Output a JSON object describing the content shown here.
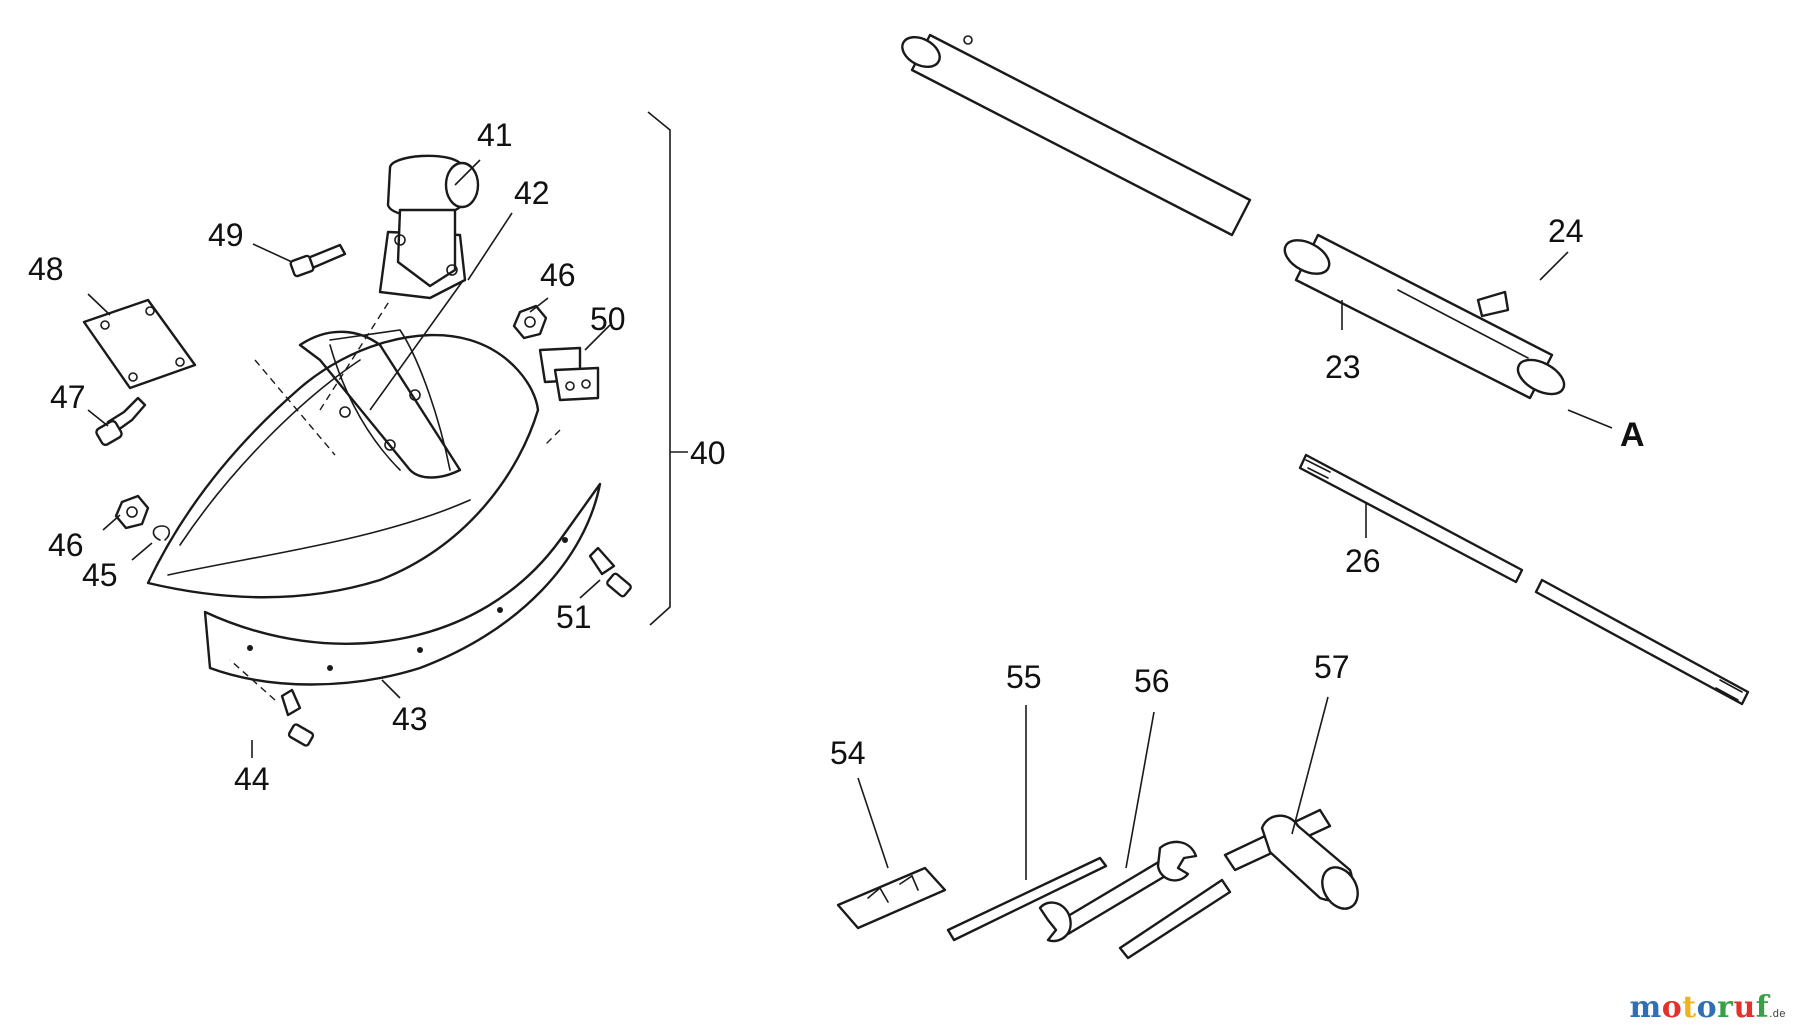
{
  "callouts": {
    "c40": "40",
    "c41": "41",
    "c42": "42",
    "c43": "43",
    "c44": "44",
    "c45": "45",
    "c46a": "46",
    "c46b": "46",
    "c47": "47",
    "c48": "48",
    "c49": "49",
    "c50": "50",
    "c51": "51",
    "c23": "23",
    "c24": "24",
    "c26": "26",
    "cA": "A",
    "c54": "54",
    "c55": "55",
    "c56": "56",
    "c57": "57"
  },
  "watermark": {
    "m1": "m",
    "o1": "o",
    "t": "t",
    "o2": "o",
    "r": "r",
    "u": "u",
    "f": "f",
    "suffix": ".de",
    "colors": [
      "#2f6fb5",
      "#e2322b",
      "#f2b21b",
      "#2f6fb5",
      "#3aa047",
      "#e2322b",
      "#3aa047"
    ]
  }
}
